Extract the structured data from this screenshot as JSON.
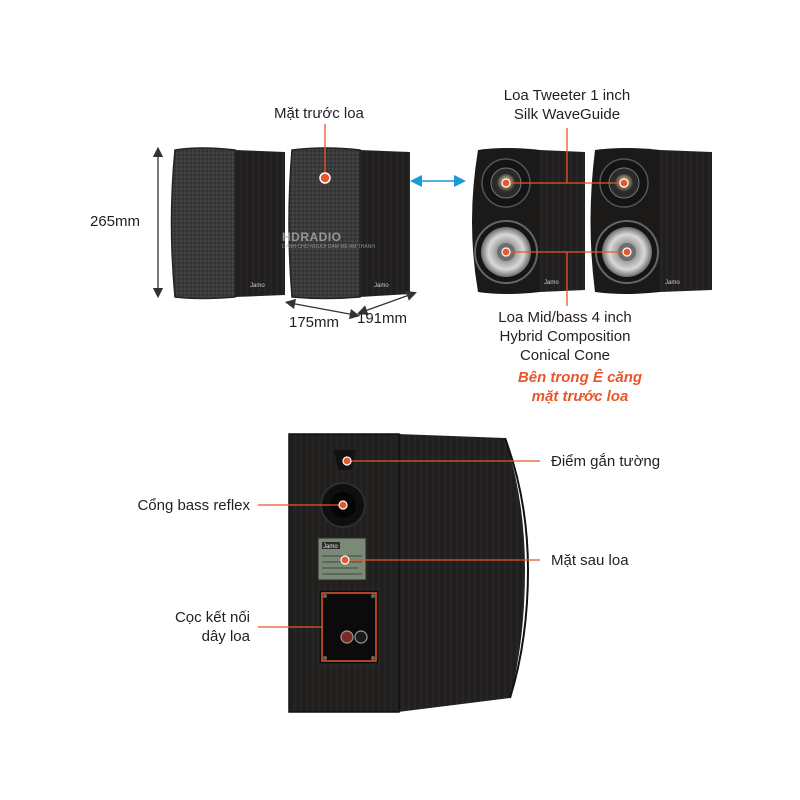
{
  "labels": {
    "front_face": "Mặt trước loa",
    "tweeter_line1": "Loa Tweeter 1 inch",
    "tweeter_line2": "Silk WaveGuide",
    "height": "265mm",
    "width": "175mm",
    "depth": "191mm",
    "midbass_line1": "Loa Mid/bass 4 inch",
    "midbass_line2": "Hybrid Composition",
    "midbass_line3": "Conical Cone",
    "inside_line1": "Bên trong Ê căng",
    "inside_line2": "mặt trước loa",
    "wall_mount": "Điểm gắn tường",
    "bass_reflex": "Cổng bass reflex",
    "rear_face": "Mặt sau loa",
    "terminal_line1": "Cọc kết nối",
    "terminal_line2": "dây loa"
  },
  "brand": {
    "logo_text": "Jamo",
    "watermark": "HDRADIO",
    "watermark_sub": "DANH CHO NGUOI DAM ME AM THANH"
  },
  "colors": {
    "accent": "#e8562a",
    "cabinet": "#1f1d1c",
    "grille": "#3a3a3a",
    "guide": "#1a9ad6"
  }
}
